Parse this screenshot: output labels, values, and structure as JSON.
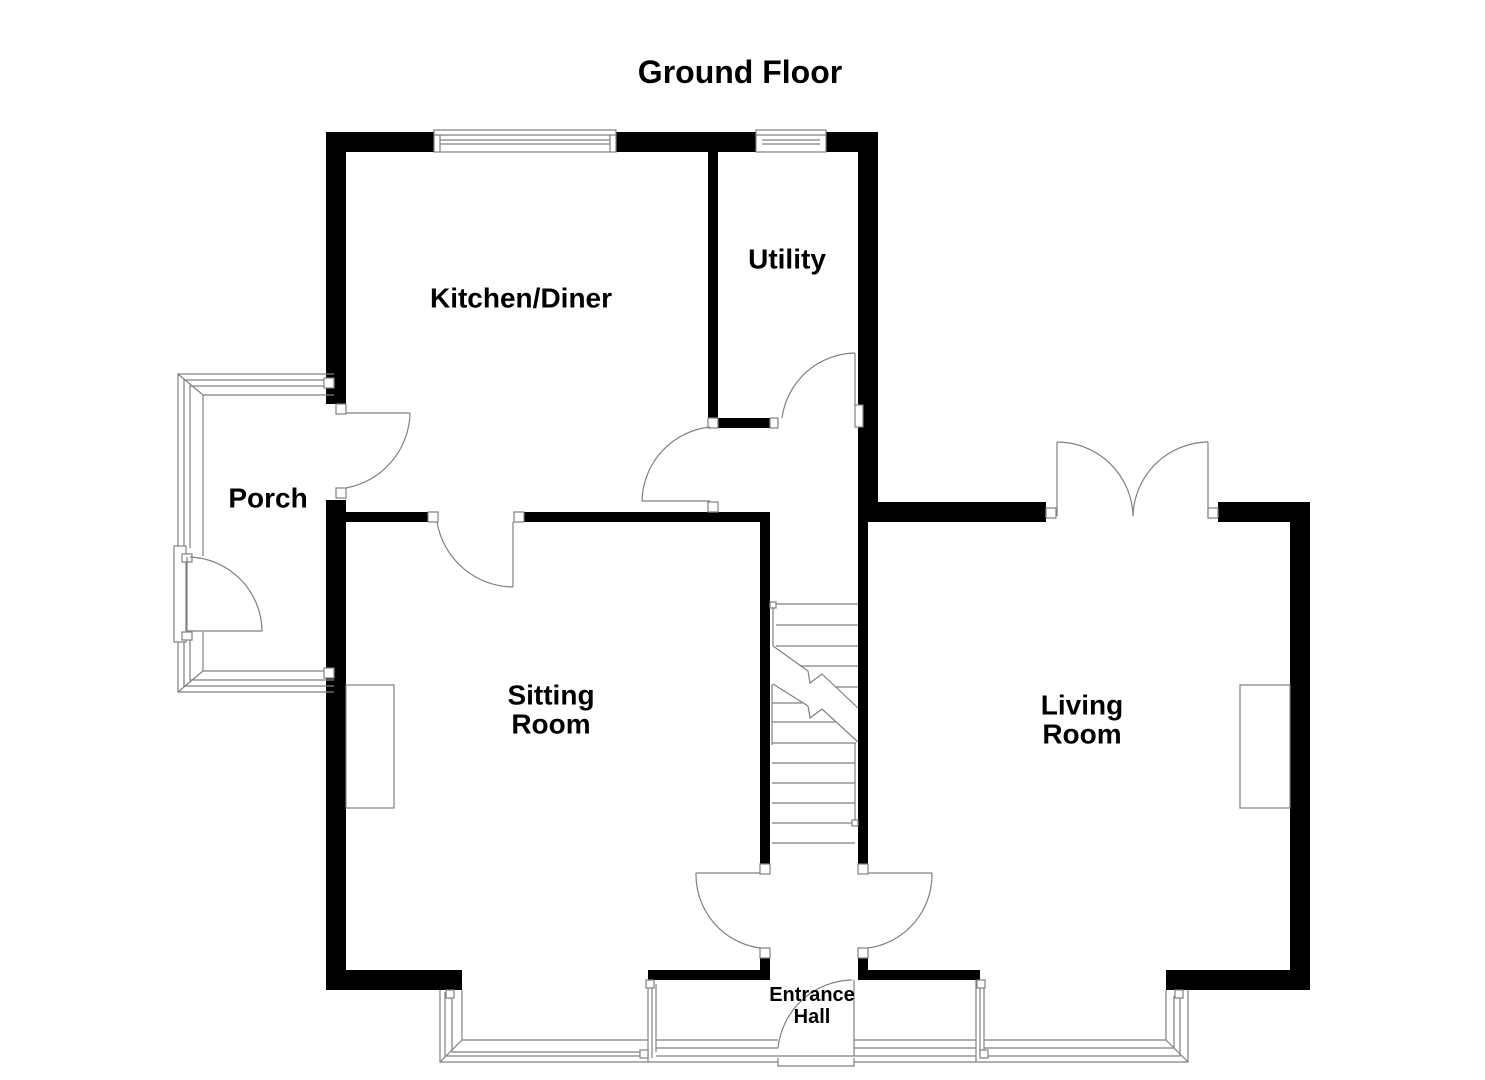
{
  "title": "Ground Floor",
  "colors": {
    "wall": "#000000",
    "fixture_line": "#808080",
    "background": "#ffffff"
  },
  "rooms": [
    {
      "id": "kitchen-diner",
      "lines": [
        "Kitchen/Diner"
      ]
    },
    {
      "id": "utility",
      "lines": [
        "Utility"
      ]
    },
    {
      "id": "porch",
      "lines": [
        "Porch"
      ]
    },
    {
      "id": "sitting-room",
      "lines": [
        "Sitting",
        "Room"
      ]
    },
    {
      "id": "living-room",
      "lines": [
        "Living",
        "Room"
      ]
    },
    {
      "id": "entrance-hall",
      "lines": [
        "Entrance",
        "Hall"
      ]
    }
  ],
  "features": {
    "stairs": "staircase-icon",
    "fireplaces": [
      "sitting-room-fireplace",
      "living-room-fireplace"
    ],
    "french_doors": "living-room-french-doors",
    "bay_windows": [
      "sitting-room-bay-window",
      "living-room-bay-window"
    ]
  }
}
